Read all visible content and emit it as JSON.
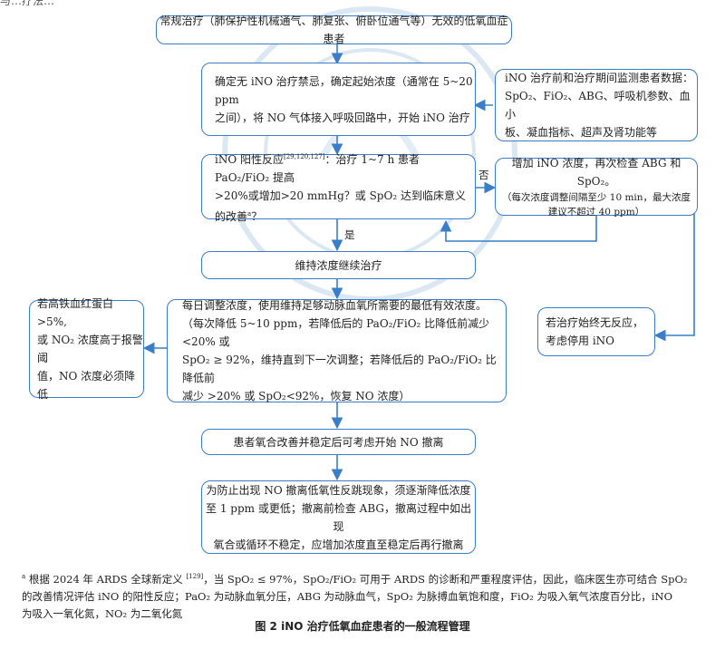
{
  "top_crop_text": "与…疗法…",
  "nodes": {
    "start": "常规治疗（肺保护性机械通气、肺复张、俯卧位通气等）无效的低氧血症患者",
    "confirm_line1": "确定无 iNO 治疗禁忌，确定起始浓度（通常在 5~20 ppm",
    "confirm_line2": "之间），将 NO 气体接入呼吸回路中，开始 iNO 治疗",
    "monitor_line1": "iNO 治疗前和治疗期间监测患者数据：",
    "monitor_line2": "SpO₂、FiO₂、ABG、呼吸机参数、血小",
    "monitor_line3": "板、凝血指标、超声及肾功能等",
    "positive_line1_a": "iNO 阳性反应",
    "positive_line1_ref": "[29,120,127]",
    "positive_line1_b": "：治疗 1~7 h 患者 PaO₂/FiO₂ 提高",
    "positive_line2_a": ">20%或增加>20 mmHg？或 SpO₂ 达到临床意义的改善",
    "positive_line2_sup": "a",
    "positive_line2_b": "？",
    "increase_line1": "增加 iNO 浓度，再次检查 ABG 和 SpO₂。",
    "increase_line2": "（每次浓度调整间隔至少 10 min，最大浓度",
    "increase_line3": "建议不超过 40 ppm）",
    "maintain": "维持浓度继续治疗",
    "daily_line1": "每日调整浓度，使用维持足够动脉血氧所需要的最低有效浓度。",
    "daily_line2": "（每次降低 5~10 ppm，若降低后的 PaO₂/FiO₂ 比降低前减少 <20% 或",
    "daily_line3": "SpO₂ ≥ 92%，维持直到下一次调整；若降低后的 PaO₂/FiO₂ 比降低前",
    "daily_line4": "减少 >20% 或 SpO₂<92%，恢复 NO 浓度）",
    "methb_line1": "若高铁血红蛋白 >5%,",
    "methb_line2": "或 NO₂ 浓度高于报警阈",
    "methb_line3": "值，NO 浓度必须降低",
    "noresp_line1": "若治疗始终无反应，",
    "noresp_line2": "考虑停用 iNO",
    "wean": "患者氧合改善并稳定后可考虑开始 NO 撤离",
    "final_line1": "为防止出现 NO 撤离低氧性反跳现象，须逐渐降低浓度",
    "final_line2": "至 1 ppm 或更低；撤离前检查 ABG，撤离过程中如出现",
    "final_line3": "氧合或循环不稳定，应增加浓度直至稳定后再行撤离"
  },
  "edge_labels": {
    "no": "否",
    "yes": "是"
  },
  "footnote": {
    "marker": "a",
    "line1_a": " 根据 2024 年 ARDS 全球新定义 ",
    "line1_ref": "[129]",
    "line1_b": "，当 SpO₂ ≤ 97%，SpO₂/FiO₂ 可用于 ARDS 的诊断和严重程度评估，因此，临床医生亦可结合 SpO₂",
    "line2": "的改善情况评估 iNO 的阳性反应；PaO₂ 为动脉血氧分压，ABG 为动脉血气，SpO₂ 为脉搏血氧饱和度，FiO₂ 为吸入氧气浓度百分比，iNO",
    "line3": "为吸入一氧化氮，NO₂ 为二氧化氮"
  },
  "caption": "图 2   iNO 治疗低氧血症患者的一般流程管理",
  "colors": {
    "accent": "#3a7dc9",
    "watermark": "#dbe8f4"
  }
}
